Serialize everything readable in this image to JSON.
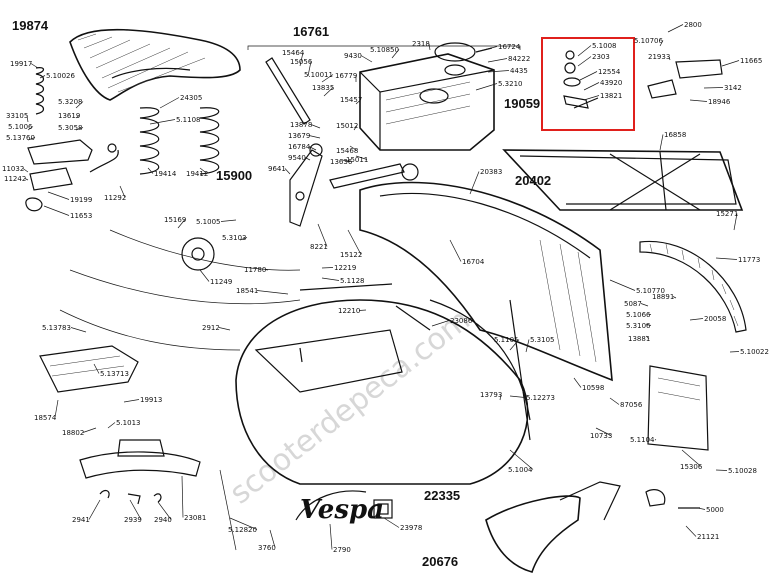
{
  "diagram": {
    "group_labels": [
      "19874",
      "16761",
      "15900",
      "20402",
      "19059",
      "22335",
      "20676"
    ],
    "highlight_color": "#e0201c",
    "watermark": "scooterdepeca.com",
    "brand_text": "Vespa",
    "part_numbers": [
      "19917",
      "5.10026",
      "24305",
      "5.1108",
      "5.3208",
      "33105",
      "5.1006",
      "5.3058",
      "5.13760",
      "13619",
      "11032",
      "11242",
      "19414",
      "19412",
      "11292",
      "19199",
      "11653",
      "15169",
      "5.1005",
      "5.3103",
      "11249",
      "11780",
      "18541",
      "5.1128",
      "12219",
      "12210",
      "5.13783",
      "2912",
      "18574",
      "18802",
      "5.13713",
      "19913",
      "5.1013",
      "23081",
      "2941",
      "2939",
      "2940",
      "5.12820",
      "3760",
      "2790",
      "23978",
      "15464",
      "15056",
      "5.10011",
      "13835",
      "13878",
      "13679",
      "16784",
      "9540",
      "9641",
      "8221",
      "15122",
      "15012",
      "16779",
      "15457",
      "15011",
      "15468",
      "13636",
      "9430",
      "5.10850",
      "2318",
      "16724",
      "84222",
      "4435",
      "5.3210",
      "20383",
      "16704",
      "23086",
      "5.1105",
      "5.3105",
      "13793",
      "5.12273",
      "5.1004",
      "10598",
      "87056",
      "10733",
      "2800",
      "5.10706",
      "21933",
      "11665",
      "3142",
      "18946",
      "16858",
      "15271",
      "11773",
      "5.10770",
      "18891",
      "5087",
      "5.1066",
      "5.3106",
      "13881",
      "20058",
      "5.10022",
      "15306",
      "5.1104",
      "5.10028",
      "5000",
      "21121",
      "5.1008",
      "2303",
      "12554",
      "43920",
      "13821"
    ]
  }
}
